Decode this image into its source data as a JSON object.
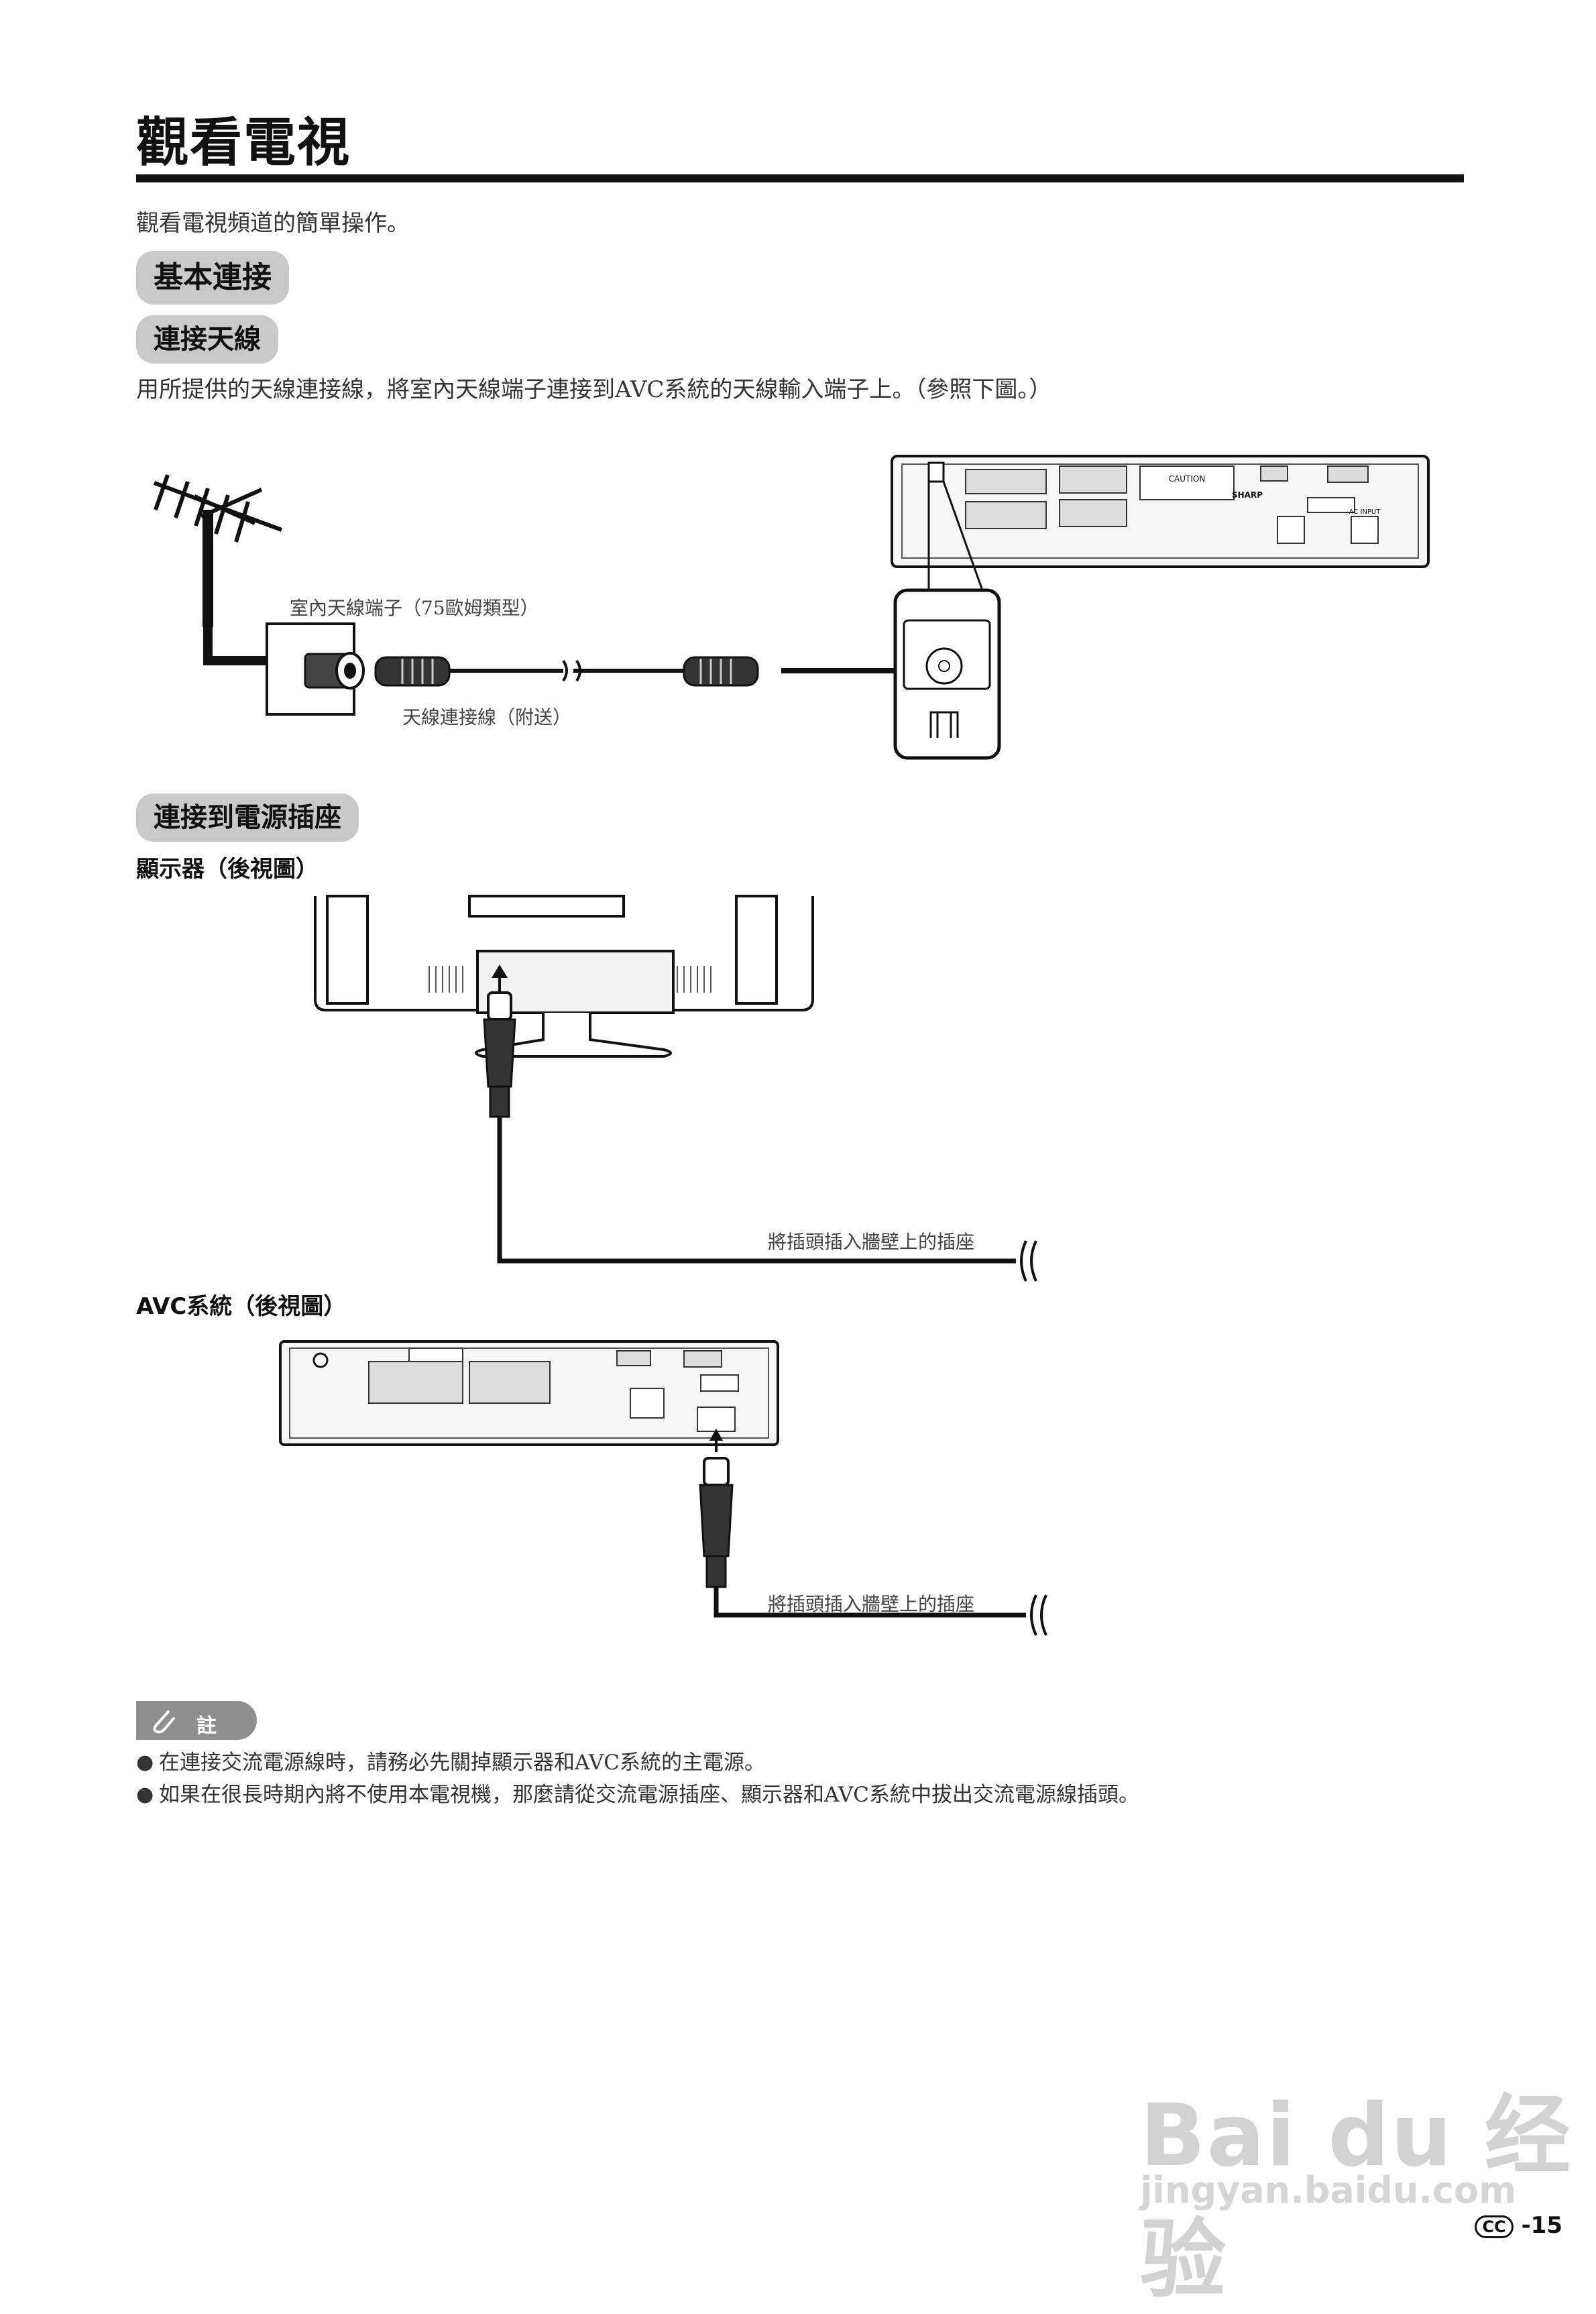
{
  "header": {
    "title": "觀看電視",
    "intro": "觀看電視頻道的簡單操作。"
  },
  "section_basic": {
    "label": "基本連接"
  },
  "antenna": {
    "heading": "連接天線",
    "text": "用所提供的天線連接線，將室內天線端子連接到AVC系統的天線輸入端子上。（參照下圖。）",
    "terminal_label": "室內天線端子（75歐姆類型）",
    "cable_label": "天線連接線（附送）",
    "panel_text": {
      "caution": "CAUTION",
      "brand": "SHARP",
      "ac_input": "AC INPUT"
    }
  },
  "power": {
    "heading": "連接到電源插座",
    "display_label": "顯示器（後視圖）",
    "avc_label": "AVC系統（後視圖）",
    "wall_label_1": "將插頭插入牆壁上的插座",
    "wall_label_2": "將插頭插入牆壁上的插座"
  },
  "note": {
    "label": "註",
    "items": [
      "在連接交流電源線時，請務必先關掉顯示器和AVC系統的主電源。",
      "如果在很長時期內將不使用本電視機，那麼請從交流電源插座、顯示器和AVC系統中拔出交流電源線插頭。"
    ]
  },
  "footer": {
    "lang_badge": "CC",
    "page_number": "-15"
  },
  "watermark": {
    "main": "Bai du 经验",
    "sub": "jingyan.baidu.com"
  },
  "icons": [
    "paperclip-icon",
    "antenna-icon",
    "wall-terminal-icon",
    "coax-plug-icon",
    "ac-plug-icon",
    "avc-rear-panel",
    "display-rear-panel"
  ]
}
